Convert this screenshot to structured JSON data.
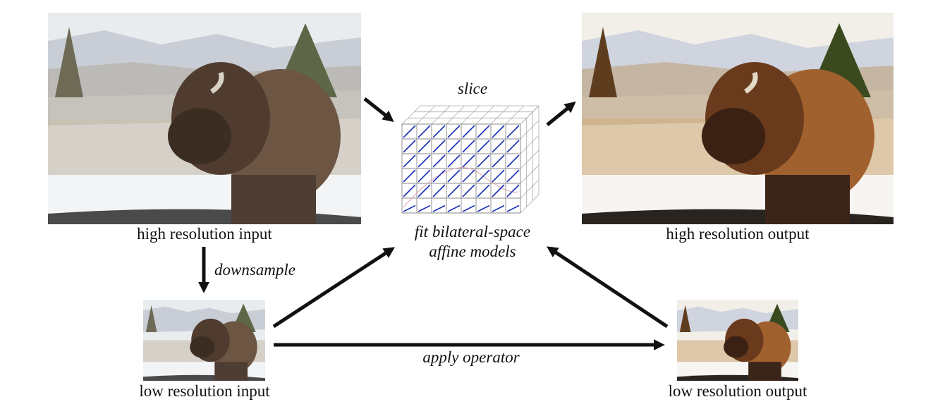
{
  "images": {
    "high_input": {
      "caption": "high resolution input",
      "subject": "bison-in-snow-photo",
      "tone": "original"
    },
    "high_output": {
      "caption": "high resolution output",
      "subject": "bison-in-snow-photo",
      "tone": "enhanced"
    },
    "low_input": {
      "caption": "low resolution input",
      "subject": "bison-in-snow-photo",
      "tone": "original"
    },
    "low_output": {
      "caption": "low resolution output",
      "subject": "bison-in-snow-photo",
      "tone": "enhanced"
    }
  },
  "grid": {
    "top_label": "slice",
    "caption_line1": "fit bilateral-space",
    "caption_line2": "affine models",
    "line_color": "#1a2fb8",
    "curve_color": "#e0a0b0",
    "cols": 8,
    "rows": 6
  },
  "edges": {
    "downsample": "downsample",
    "apply_operator": "apply operator"
  },
  "colors": {
    "arrow": "#111111",
    "snow": "#eef0f2",
    "sky": "#d7dde6",
    "bison_input": "#5a4536",
    "bison_output": "#6b3f22"
  }
}
